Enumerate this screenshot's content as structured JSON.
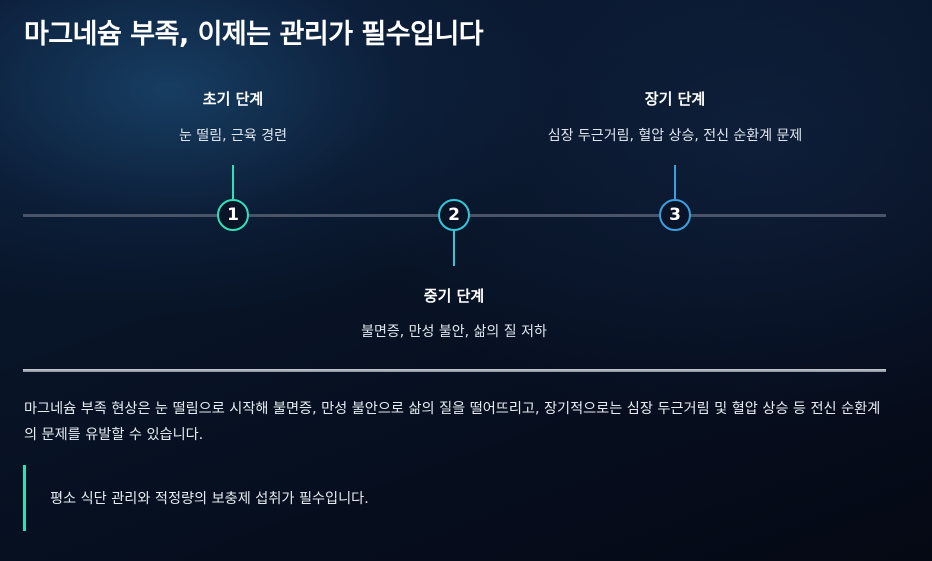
{
  "title": "마그네슘 부족, 이제는 관리가 필수입니다",
  "stages": [
    {
      "number": "1",
      "title": "초기 단계",
      "description": "눈 떨림, 근육 경련",
      "position": "top",
      "color": "#2fe0b8"
    },
    {
      "number": "2",
      "title": "중기 단계",
      "description": "불면증, 만성 불안, 삶의 질 저하",
      "position": "bottom",
      "color": "#33c8d8"
    },
    {
      "number": "3",
      "title": "장기 단계",
      "description": "심장 두근거림, 혈압 상승, 전신 순환계 문제",
      "position": "top",
      "color": "#3aa0e0"
    }
  ],
  "summary": "마그네슘 부족 현상은 눈 떨림으로 시작해 불면증, 만성 불안으로 삶의 질을 떨어뜨리고, 장기적으로는 심장 두근거림 및 혈압 상승 등 전신 순환계의 문제를 유발할 수 있습니다.",
  "callout": {
    "text": "평소 식단 관리와 적정량의 보충제 섭취가 필수입니다.",
    "accent_color": "#2fe0b8"
  }
}
